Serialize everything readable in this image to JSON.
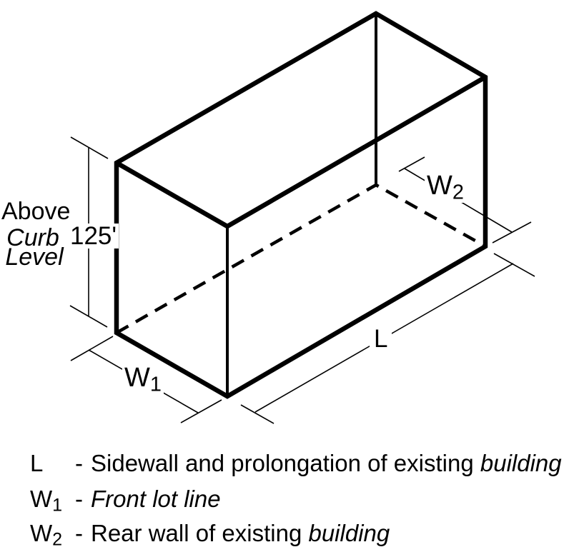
{
  "diagram": {
    "height_dim": {
      "above": "Above",
      "curb": "Curb",
      "value": "125'",
      "level": "Level"
    },
    "dim_labels": {
      "w1_base": "W",
      "w1_sub": "1",
      "w2_base": "W",
      "w2_sub": "2",
      "l": "L"
    }
  },
  "legend": {
    "items": [
      {
        "sym_base": "L",
        "sym_sub": "",
        "sep": "-",
        "desc_regular": "Sidewall and prolongation of existing ",
        "desc_italic": "building"
      },
      {
        "sym_base": "W",
        "sym_sub": "1",
        "sep": "-",
        "desc_regular": "",
        "desc_italic": "Front lot line"
      },
      {
        "sym_base": "W",
        "sym_sub": "2",
        "sep": "-",
        "desc_regular": "Rear wall of existing ",
        "desc_italic": "building"
      }
    ]
  },
  "colors": {
    "line": "#000000",
    "background": "#ffffff"
  }
}
